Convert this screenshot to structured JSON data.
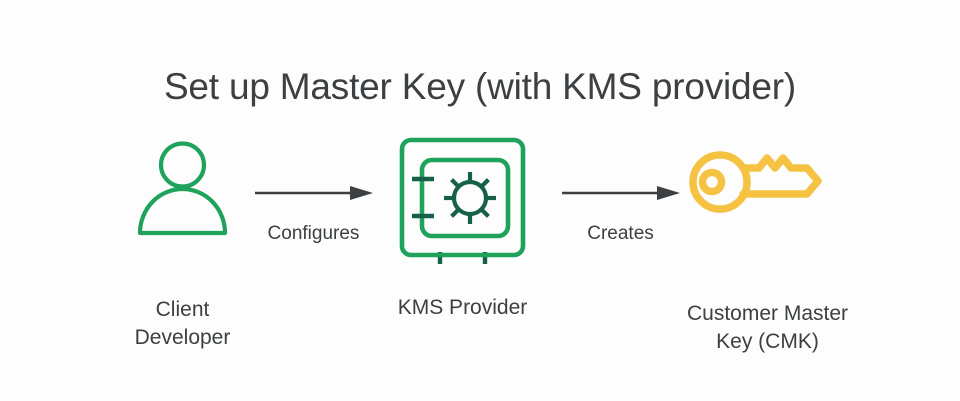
{
  "diagram": {
    "title": "Set up Master Key (with KMS provider)",
    "background_color": "#fdfdfd",
    "title_color": "#3c4043",
    "nodes": [
      {
        "id": "client-developer",
        "icon": "user-icon",
        "icon_color": "#1fa35c",
        "caption_lines": [
          "Client",
          "Developer"
        ]
      },
      {
        "id": "kms-provider",
        "icon": "safe-icon",
        "icon_color": "#1fa35c",
        "icon_accent_color": "#17614a",
        "caption_lines": [
          "KMS Provider"
        ]
      },
      {
        "id": "customer-master-key",
        "icon": "key-icon",
        "icon_color": "#f5c341",
        "caption_lines": [
          "Customer Master",
          "Key (CMK)"
        ]
      }
    ],
    "arrows": [
      {
        "id": "arrow-configures",
        "label": "Configures",
        "from": "client-developer",
        "to": "kms-provider",
        "color": "#3c4043"
      },
      {
        "id": "arrow-creates",
        "label": "Creates",
        "from": "kms-provider",
        "to": "customer-master-key",
        "color": "#3c4043"
      }
    ]
  }
}
